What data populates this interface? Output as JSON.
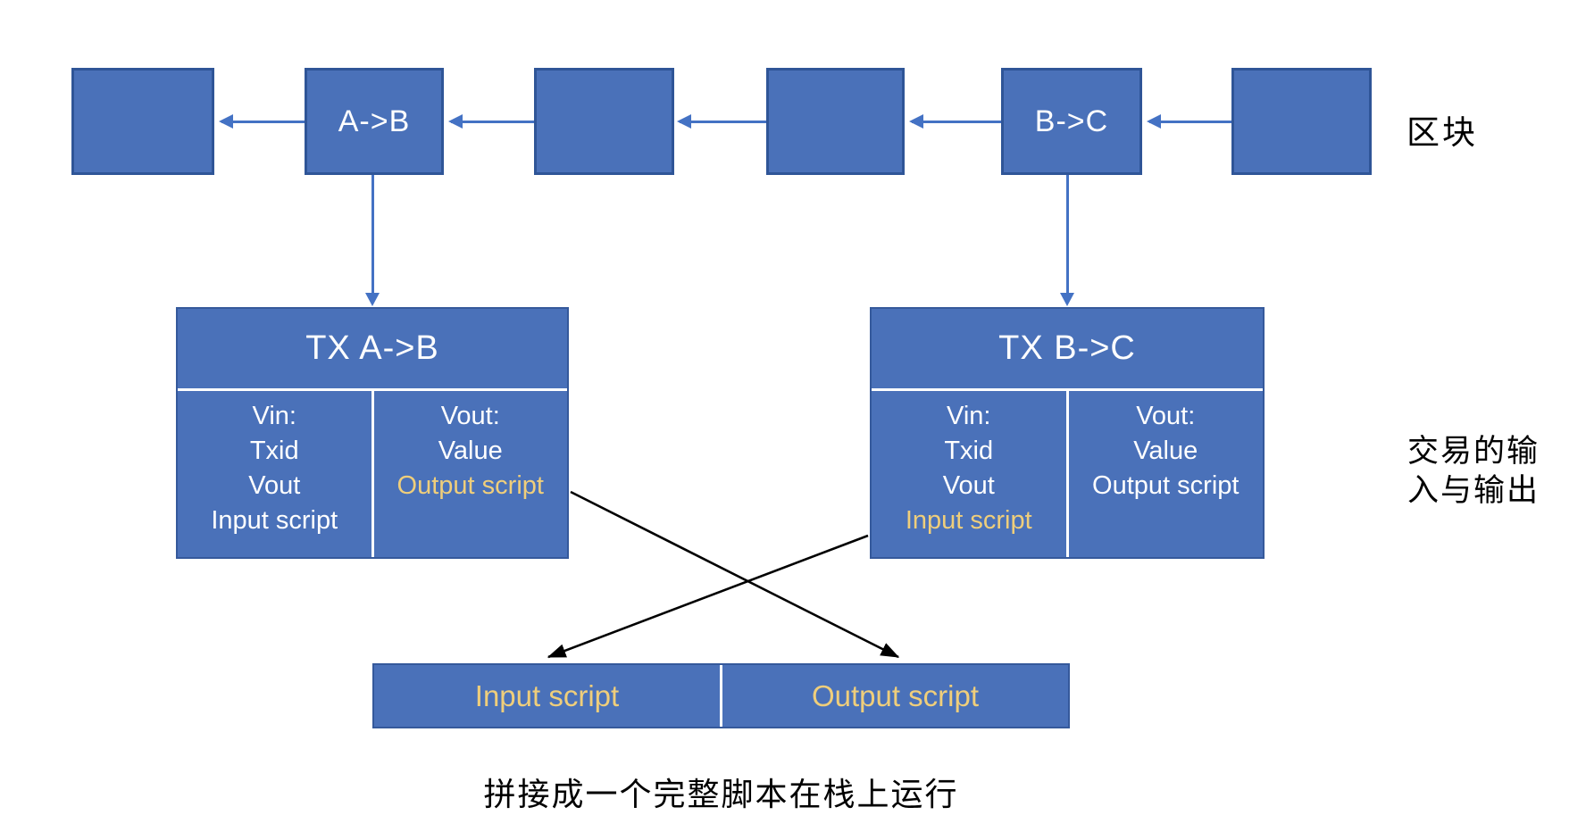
{
  "labels": {
    "blocks_side": "区块",
    "tx_side_line1": "交易的输",
    "tx_side_line2": "入与输出",
    "caption": "拼接成一个完整脚本在栈上运行"
  },
  "blocks": [
    {
      "label": ""
    },
    {
      "label": "A->B"
    },
    {
      "label": ""
    },
    {
      "label": ""
    },
    {
      "label": "B->C"
    },
    {
      "label": ""
    }
  ],
  "tx_a": {
    "title": "TX A->B",
    "vin": [
      {
        "text": "Vin:",
        "gold": false
      },
      {
        "text": "Txid",
        "gold": false
      },
      {
        "text": "Vout",
        "gold": false
      },
      {
        "text": "Input script",
        "gold": false
      }
    ],
    "vout": [
      {
        "text": "Vout:",
        "gold": false
      },
      {
        "text": "Value",
        "gold": false
      },
      {
        "text": "Output script",
        "gold": true
      }
    ]
  },
  "tx_b": {
    "title": "TX B->C",
    "vin": [
      {
        "text": "Vin:",
        "gold": false
      },
      {
        "text": "Txid",
        "gold": false
      },
      {
        "text": "Vout",
        "gold": false
      },
      {
        "text": "Input script",
        "gold": true
      }
    ],
    "vout": [
      {
        "text": "Vout:",
        "gold": false
      },
      {
        "text": "Value",
        "gold": false
      },
      {
        "text": "Output script",
        "gold": false
      }
    ]
  },
  "script_box": {
    "input": {
      "text": "Input script",
      "gold": true
    },
    "output": {
      "text": "Output script",
      "gold": true
    }
  },
  "colors": {
    "box_fill": "#4A71B9",
    "box_border": "#2F5597",
    "arrow_blue": "#4472C4",
    "gold_text": "#EFCE7B",
    "white_text": "#FFFFFF",
    "black_text": "#000000"
  }
}
